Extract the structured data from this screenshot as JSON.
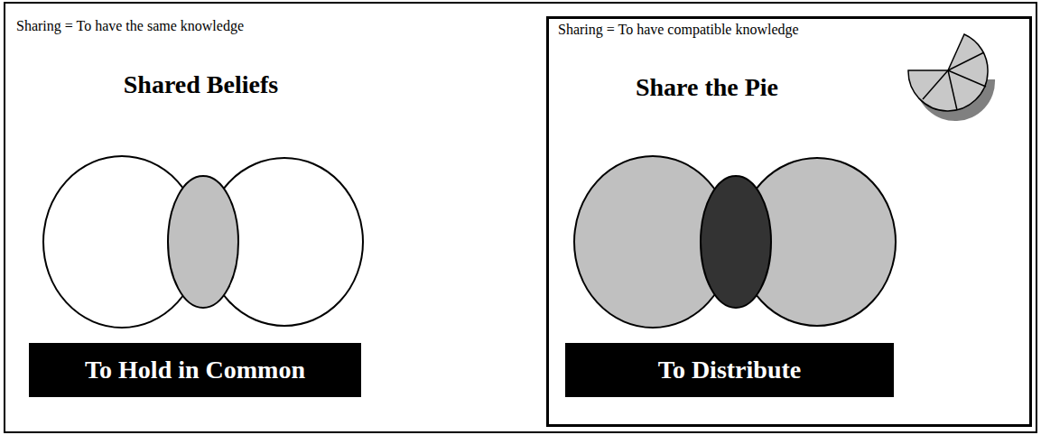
{
  "diagram": {
    "nodes": [
      {
        "text": [
          "To Hold in Common"
        ]
      },
      {
        "text": [
          "Sharing = To have compatible knowledge",
          "Share the Pie"
        ]
      },
      {
        "text": [
          "To Distribute"
        ],
        "in": 1
      }
    ],
    "edges": [],
    "labels": [
      "Sharing = To have the same knowledge",
      "Shared Beliefs"
    ]
  }
}
